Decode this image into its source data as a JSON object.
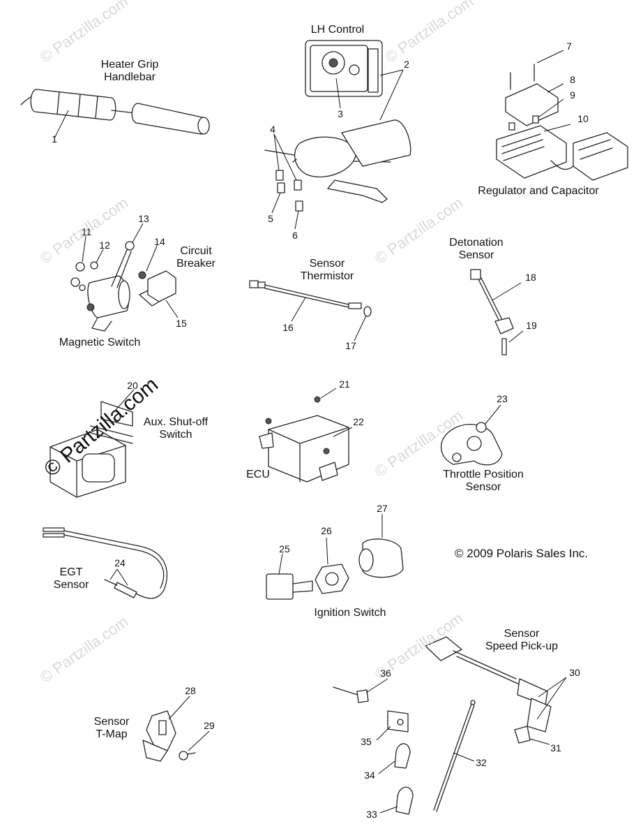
{
  "watermark": {
    "text": "© Partzilla.com",
    "brand_text": "© Partzilla.com"
  },
  "groups": {
    "heater_grip": "Heater Grip\nHandlebar",
    "lh_control": "LH Control",
    "regulator": "Regulator and Capacitor",
    "circuit_breaker": "Circuit\nBreaker",
    "magnetic_switch": "Magnetic Switch",
    "sensor_thermistor": "Sensor\nThermistor",
    "detonation_sensor": "Detonation\nSensor",
    "aux_shutoff": "Aux. Shut-off\nSwitch",
    "ecu": "ECU",
    "throttle_position": "Throttle Position\nSensor",
    "egt_sensor": "EGT\nSensor",
    "ignition_switch": "Ignition Switch",
    "speed_pickup": "Sensor\nSpeed Pick-up",
    "tmap": "Sensor\nT-Map"
  },
  "copyright": "© 2009 Polaris Sales Inc.",
  "callouts": [
    "1",
    "2",
    "3",
    "4",
    "5",
    "6",
    "7",
    "8",
    "9",
    "10",
    "11",
    "12",
    "13",
    "14",
    "15",
    "16",
    "17",
    "18",
    "19",
    "20",
    "21",
    "22",
    "23",
    "24",
    "25",
    "26",
    "27",
    "28",
    "29",
    "30",
    "31",
    "32",
    "33",
    "34",
    "35",
    "36"
  ]
}
